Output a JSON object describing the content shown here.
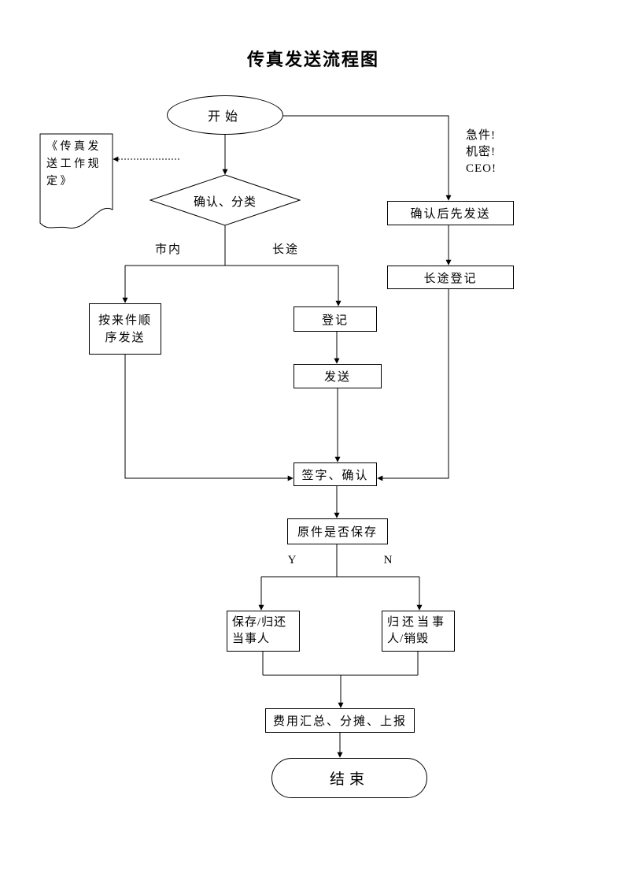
{
  "title": "传真发送流程图",
  "colors": {
    "line": "#000000",
    "background": "#ffffff",
    "text": "#000000"
  },
  "nodes": {
    "start": {
      "label": "开始"
    },
    "regulation_doc": {
      "line1": "《传真发",
      "line2": "送工作规",
      "line3": "定》"
    },
    "priority_note": {
      "line1": "急件!",
      "line2": "机密!",
      "line3": "CEO!"
    },
    "classify": {
      "label": "确认、分类"
    },
    "confirm_send_first": {
      "label": "确认后先发送"
    },
    "long_distance_register": {
      "label": "长途登记"
    },
    "send_in_order": {
      "line1": "按来件顺",
      "line2": "序发送"
    },
    "register": {
      "label": "登记"
    },
    "send": {
      "label": "发送"
    },
    "sign_confirm": {
      "label": "签字、确认"
    },
    "original_kept": {
      "label": "原件是否保存"
    },
    "keep_or_return": {
      "line1": "保存/归还",
      "line2": "当事人"
    },
    "return_or_destroy": {
      "line1": "归还当事",
      "line2": "人/销毁"
    },
    "cost_summary": {
      "label": "费用汇总、分摊、上报"
    },
    "end": {
      "label": "结束"
    }
  },
  "edge_labels": {
    "local": "市内",
    "long_distance": "长途",
    "yes": "Y",
    "no": "N"
  }
}
